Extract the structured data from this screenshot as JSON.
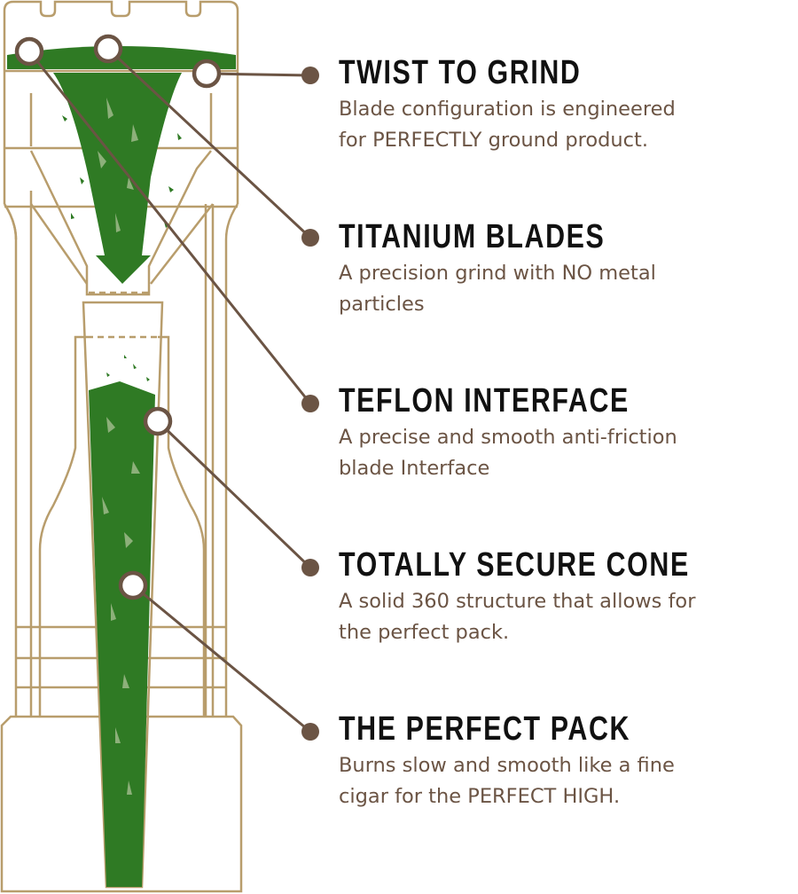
{
  "colors": {
    "outline": "#b89d6c",
    "green": "#2f7a24",
    "light_green": "#8db07a",
    "leader": "#6b5444",
    "title": "#111111",
    "desc": "#6b5444"
  },
  "features": [
    {
      "title": "TWIST TO GRIND",
      "desc": [
        "Blade configuration is engineered",
        "for PERFECTLY ground product."
      ]
    },
    {
      "title": "TITANIUM BLADES",
      "desc": [
        "A precision grind with NO metal",
        "particles"
      ]
    },
    {
      "title": "TEFLON INTERFACE",
      "desc": [
        "A precise and smooth anti-friction",
        "blade Interface"
      ]
    },
    {
      "title": "TOTALLY SECURE CONE",
      "desc": [
        "A solid 360 structure that allows for",
        "the perfect pack."
      ]
    },
    {
      "title": "THE PERFECT PACK",
      "desc": [
        "Burns slow and smooth like a fine",
        "cigar for the PERFECT HIGH."
      ]
    }
  ]
}
